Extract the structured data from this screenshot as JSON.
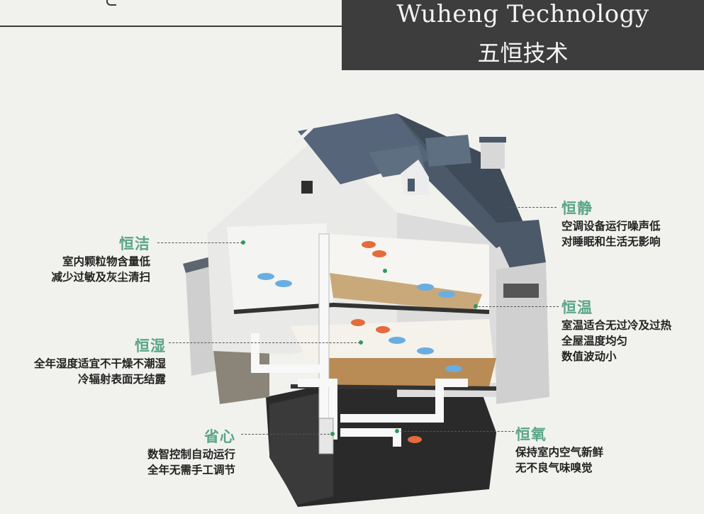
{
  "header": {
    "title_en": "Wuheng Technology",
    "title_zh": "五恒技术"
  },
  "features": {
    "heng_jie": {
      "title": "恒洁",
      "lines": [
        "室内颗粒物含量低",
        "减少过敏及灰尘清扫"
      ]
    },
    "heng_shi": {
      "title": "恒湿",
      "lines": [
        "全年湿度适宜不干燥不潮湿",
        "冷辐射表面无结露"
      ]
    },
    "sheng_xin": {
      "title": "省心",
      "lines": [
        "数智控制自动运行",
        "全年无需手工调节"
      ]
    },
    "heng_jing": {
      "title": "恒静",
      "lines": [
        "空调设备运行噪声低",
        "对睡眠和生活无影响"
      ]
    },
    "heng_wen": {
      "title": "恒温",
      "lines": [
        "室温适合无过冷及过热",
        "全屋温度均匀",
        "数值波动小"
      ]
    },
    "heng_yang": {
      "title": "恒氧",
      "lines": [
        "保持室内空气新鲜",
        "无不良气味嗅觉"
      ]
    }
  },
  "colors": {
    "accent": "#5aa588",
    "header_bg": "#3d3d3d",
    "page_bg": "#f1f2ee"
  }
}
